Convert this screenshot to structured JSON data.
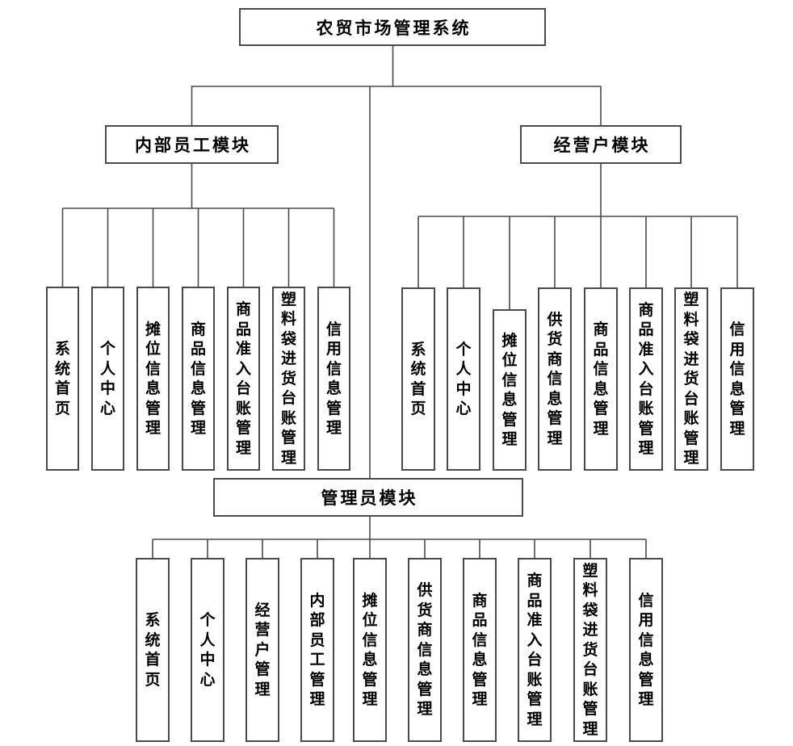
{
  "colors": {
    "background": "#ffffff",
    "line": "#4a4a4a",
    "text": "#000000"
  },
  "diagram": {
    "title": "农贸市场管理系统",
    "modules": [
      {
        "label": "内部员工模块",
        "children": [
          "系统首页",
          "个人中心",
          "摊位信息管理",
          "商品信息管理",
          "商品准入台账管理",
          "塑料袋进货台账管理",
          "信用信息管理"
        ]
      },
      {
        "label": "经营户模块",
        "children": [
          "系统首页",
          "个人中心",
          "摊位信息管理",
          "供货商信息管理",
          "商品信息管理",
          "商品准入台账管理",
          "塑料袋进货台账管理",
          "信用信息管理"
        ]
      },
      {
        "label": "管理员模块",
        "children": [
          "系统首页",
          "个人中心",
          "经营户管理",
          "内部员工管理",
          "摊位信息管理",
          "供货商信息管理",
          "商品信息管理",
          "商品准入台账管理",
          "塑料袋进货台账管理",
          "信用信息管理"
        ]
      }
    ]
  }
}
